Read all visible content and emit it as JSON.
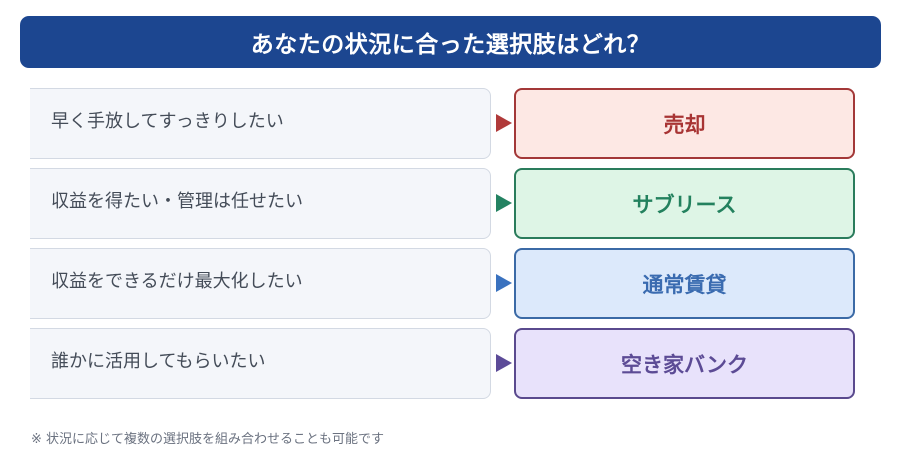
{
  "title": "あなたの状況に合った選択肢はどれ？",
  "rows": [
    {
      "situation": "早く手放してすっきりしたい",
      "option": "売却",
      "colors": {
        "accent": "#b03a3a",
        "border": "#a33838",
        "fill": "#fde8e4",
        "text": "#a83434"
      }
    },
    {
      "situation": "収益を得たい・管理は任せたい",
      "option": "サブリース",
      "colors": {
        "accent": "#248262",
        "border": "#2a7c5c",
        "fill": "#def5e6",
        "text": "#23815e"
      }
    },
    {
      "situation": "収益をできるだけ最大化したい",
      "option": "通常賃貸",
      "colors": {
        "accent": "#3a72bf",
        "border": "#3b6aa6",
        "fill": "#dce9fb",
        "text": "#3a6bb0"
      }
    },
    {
      "situation": "誰かに活用してもらいたい",
      "option": "空き家バンク",
      "colors": {
        "accent": "#5c4b98",
        "border": "#5a4a8e",
        "fill": "#e8e2fb",
        "text": "#5c4b95"
      }
    }
  ],
  "footnote": "※ 状況に応じて複数の選択肢を組み合わせることも可能です",
  "colors": {
    "title_bg": "#1c4690",
    "situation_bg": "#f4f6fa"
  }
}
